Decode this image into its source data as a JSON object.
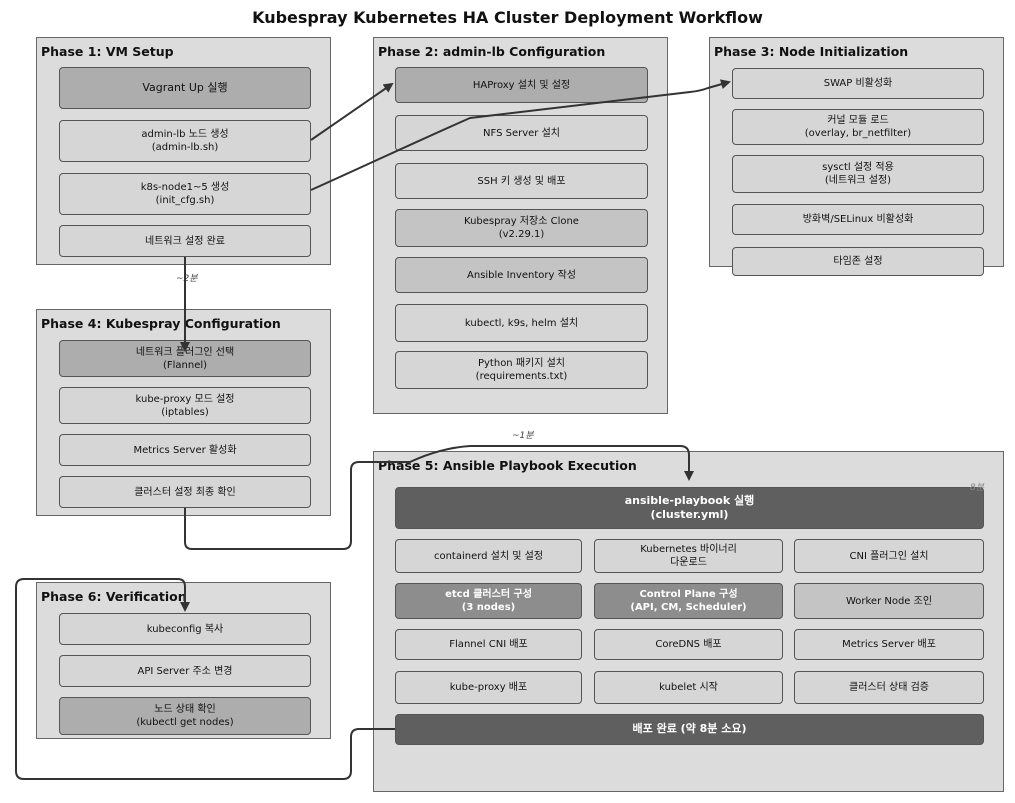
{
  "title": "Kubespray Kubernetes HA Cluster Deployment Workflow",
  "phase1": {
    "title": "Phase 1: VM Setup",
    "steps": [
      "Vagrant Up 실행",
      "admin-lb 노드 생성\n(admin-lb.sh)",
      "k8s-node1~5 생성\n(init_cfg.sh)",
      "네트워크 설정 완료"
    ]
  },
  "phase2": {
    "title": "Phase 2: admin-lb Configuration",
    "steps": [
      "HAProxy 설치 및 설정",
      "NFS Server 설치",
      "SSH 키 생성 및 배포",
      "Kubespray 저장소 Clone\n(v2.29.1)",
      "Ansible Inventory 작성",
      "kubectl, k9s, helm 설치",
      "Python 패키지 설치\n(requirements.txt)"
    ]
  },
  "phase3": {
    "title": "Phase 3: Node Initialization",
    "steps": [
      "SWAP 비활성화",
      "커널 모듈 로드\n(overlay, br_netfilter)",
      "sysctl 설정 적용\n(네트워크 설정)",
      "방화벽/SELinux 비활성화",
      "타임존 설정"
    ]
  },
  "phase4": {
    "title": "Phase 4: Kubespray Configuration",
    "steps": [
      "네트워크 플러그인 선택\n(Flannel)",
      "kube-proxy 모드 설정\n(iptables)",
      "Metrics Server 활성화",
      "클러스터 설정 최종 확인"
    ]
  },
  "phase5": {
    "title": "Phase 5: Ansible Playbook Execution",
    "main": "ansible-playbook 실행\n(cluster.yml)",
    "grid": [
      "containerd 설치 및 설정",
      "Kubernetes 바이너리\n다운로드",
      "CNI 플러그인 설치",
      "etcd 클러스터 구성\n(3 nodes)",
      "Control Plane 구성\n(API, CM, Scheduler)",
      "Worker Node 조인",
      "Flannel CNI 배포",
      "CoreDNS 배포",
      "Metrics Server 배포",
      "kube-proxy 배포",
      "kubelet 시작",
      "클러스터 상태 검증"
    ],
    "done": "배포 완료 (약 8분 소요)"
  },
  "phase6": {
    "title": "Phase 6: Verification",
    "steps": [
      "kubeconfig 복사",
      "API Server 주소 변경",
      "노드 상태 확인\n(kubectl get nodes)"
    ]
  },
  "notes": {
    "p1_to_p4": "~2분",
    "p4_to_p5": "~1분",
    "p5_time": "8분"
  },
  "colors": {
    "panel": "#dcdcdc",
    "light_box": "#d6d6d6",
    "mid_box": "#adadad",
    "dark_box": "#5f5f5f",
    "connector": "#333333"
  }
}
